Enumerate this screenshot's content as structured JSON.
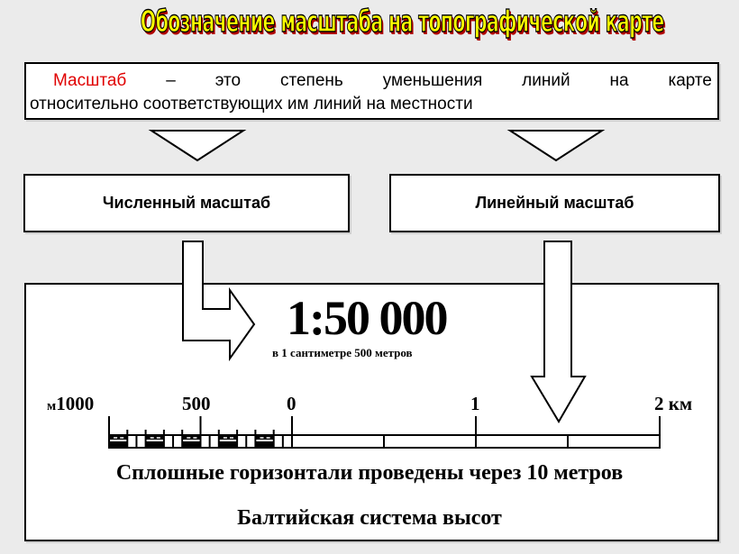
{
  "title": "Обозначение масштаба на топографической карте",
  "definition": {
    "term": "Масштаб",
    "line1_words": [
      "–",
      "это",
      "степень",
      "уменьшения",
      "линий",
      "на",
      "карте"
    ],
    "line2": "относительно соответствующих им линий на местности"
  },
  "branches": {
    "numeric": "Численный масштаб",
    "linear": "Линейный масштаб"
  },
  "scale_example": {
    "ratio": "1:50 000",
    "explanation": "в 1 сантиметре 500 метров",
    "linear_scale": {
      "unit_left": "м",
      "labels": [
        "1000",
        "500",
        "0",
        "1",
        "2 км"
      ],
      "left_segment_meters": 1000,
      "left_segment_subdivisions": 10,
      "right_segment_km": 2,
      "right_segment_subdivisions": 4
    },
    "contour_note": "Сплошные горизонтали проведены через 10 метров",
    "height_system": "Балтийская система высот"
  },
  "colors": {
    "background": "#ebebeb",
    "title_fill": "#ffff00",
    "title_shadow": "#b00000",
    "term": "#e00000"
  }
}
